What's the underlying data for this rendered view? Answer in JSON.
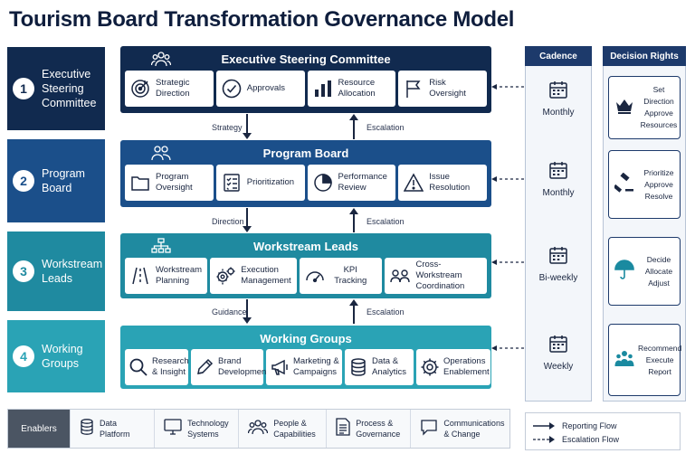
{
  "title": "Tourism Board Transformation Governance Model",
  "levels": [
    {
      "num": "1",
      "label": "Executive Steering Committee",
      "color": "#112a4f"
    },
    {
      "num": "2",
      "label": "Program Board",
      "color": "#1b4f8a"
    },
    {
      "num": "3",
      "label": "Workstream Leads",
      "color": "#1f8aa0"
    },
    {
      "num": "4",
      "label": "Working Groups",
      "color": "#2aa3b5"
    }
  ],
  "bands": [
    {
      "title": "Executive Steering Committee",
      "color": "#112a4f",
      "icon": "people-group-icon",
      "cards": [
        {
          "label": "Strategic Direction",
          "icon": "target-icon"
        },
        {
          "label": "Approvals",
          "icon": "check-circle-icon"
        },
        {
          "label": "Resource Allocation",
          "icon": "bar-chart-icon"
        },
        {
          "label": "Risk Oversight",
          "icon": "flag-icon"
        }
      ]
    },
    {
      "title": "Program Board",
      "color": "#1b4f8a",
      "icon": "people-pair-icon",
      "cards": [
        {
          "label": "Program Oversight",
          "icon": "folder-icon"
        },
        {
          "label": "Prioritization",
          "icon": "checklist-icon"
        },
        {
          "label": "Performance Review",
          "icon": "pie-chart-icon"
        },
        {
          "label": "Issue Resolution",
          "icon": "warning-icon"
        }
      ]
    },
    {
      "title": "Workstream Leads",
      "color": "#1f8aa0",
      "icon": "org-chart-icon",
      "cards": [
        {
          "label": "Workstream Planning",
          "icon": "road-icon"
        },
        {
          "label": "Execution Management",
          "icon": "gears-icon"
        },
        {
          "label": "KPI Tracking",
          "icon": "gauge-icon"
        },
        {
          "label": "Cross-Workstream Coordination",
          "icon": "people-link-icon"
        }
      ]
    },
    {
      "title": "Working Groups",
      "color": "#2aa3b5",
      "icon": "",
      "cards": [
        {
          "label": "Research & Insight",
          "icon": "magnifier-icon"
        },
        {
          "label": "Brand Development",
          "icon": "pencil-icon"
        },
        {
          "label": "Marketing & Campaigns",
          "icon": "megaphone-icon"
        },
        {
          "label": "Data & Analytics",
          "icon": "database-icon"
        },
        {
          "label": "Operations Enablement",
          "icon": "gear-icon"
        }
      ]
    }
  ],
  "connectors": [
    {
      "down": "Strategy",
      "up": "Escalation"
    },
    {
      "down": "Direction",
      "up": "Escalation"
    },
    {
      "down": "Guidance",
      "up": "Escalation"
    }
  ],
  "cadence": {
    "header": "Cadence",
    "items": [
      "Monthly",
      "Monthly",
      "Bi-weekly",
      "Weekly"
    ]
  },
  "decision_rights": {
    "header": "Decision Rights",
    "items": [
      {
        "text": [
          "Set Direction",
          "Approve",
          "Resources"
        ],
        "icon": "crown-icon"
      },
      {
        "text": [
          "Prioritize",
          "Approve",
          "Resolve"
        ],
        "icon": "gavel-icon"
      },
      {
        "text": [
          "Decide",
          "Allocate",
          "Adjust"
        ],
        "icon": "umbrella-icon"
      },
      {
        "text": [
          "Recommend",
          "Execute",
          "Report"
        ],
        "icon": "team-icon"
      }
    ]
  },
  "enablers": {
    "label": "Enablers",
    "items": [
      {
        "label": "Data Platform",
        "icon": "database-icon"
      },
      {
        "label": "Technology Systems",
        "icon": "monitor-icon"
      },
      {
        "label": "People & Capabilities",
        "icon": "people-icon"
      },
      {
        "label": "Process & Governance",
        "icon": "document-icon"
      },
      {
        "label": "Communications & Change",
        "icon": "speech-bubble-icon"
      }
    ]
  },
  "legend": {
    "reporting": "Reporting Flow",
    "escalation": "Escalation Flow"
  }
}
